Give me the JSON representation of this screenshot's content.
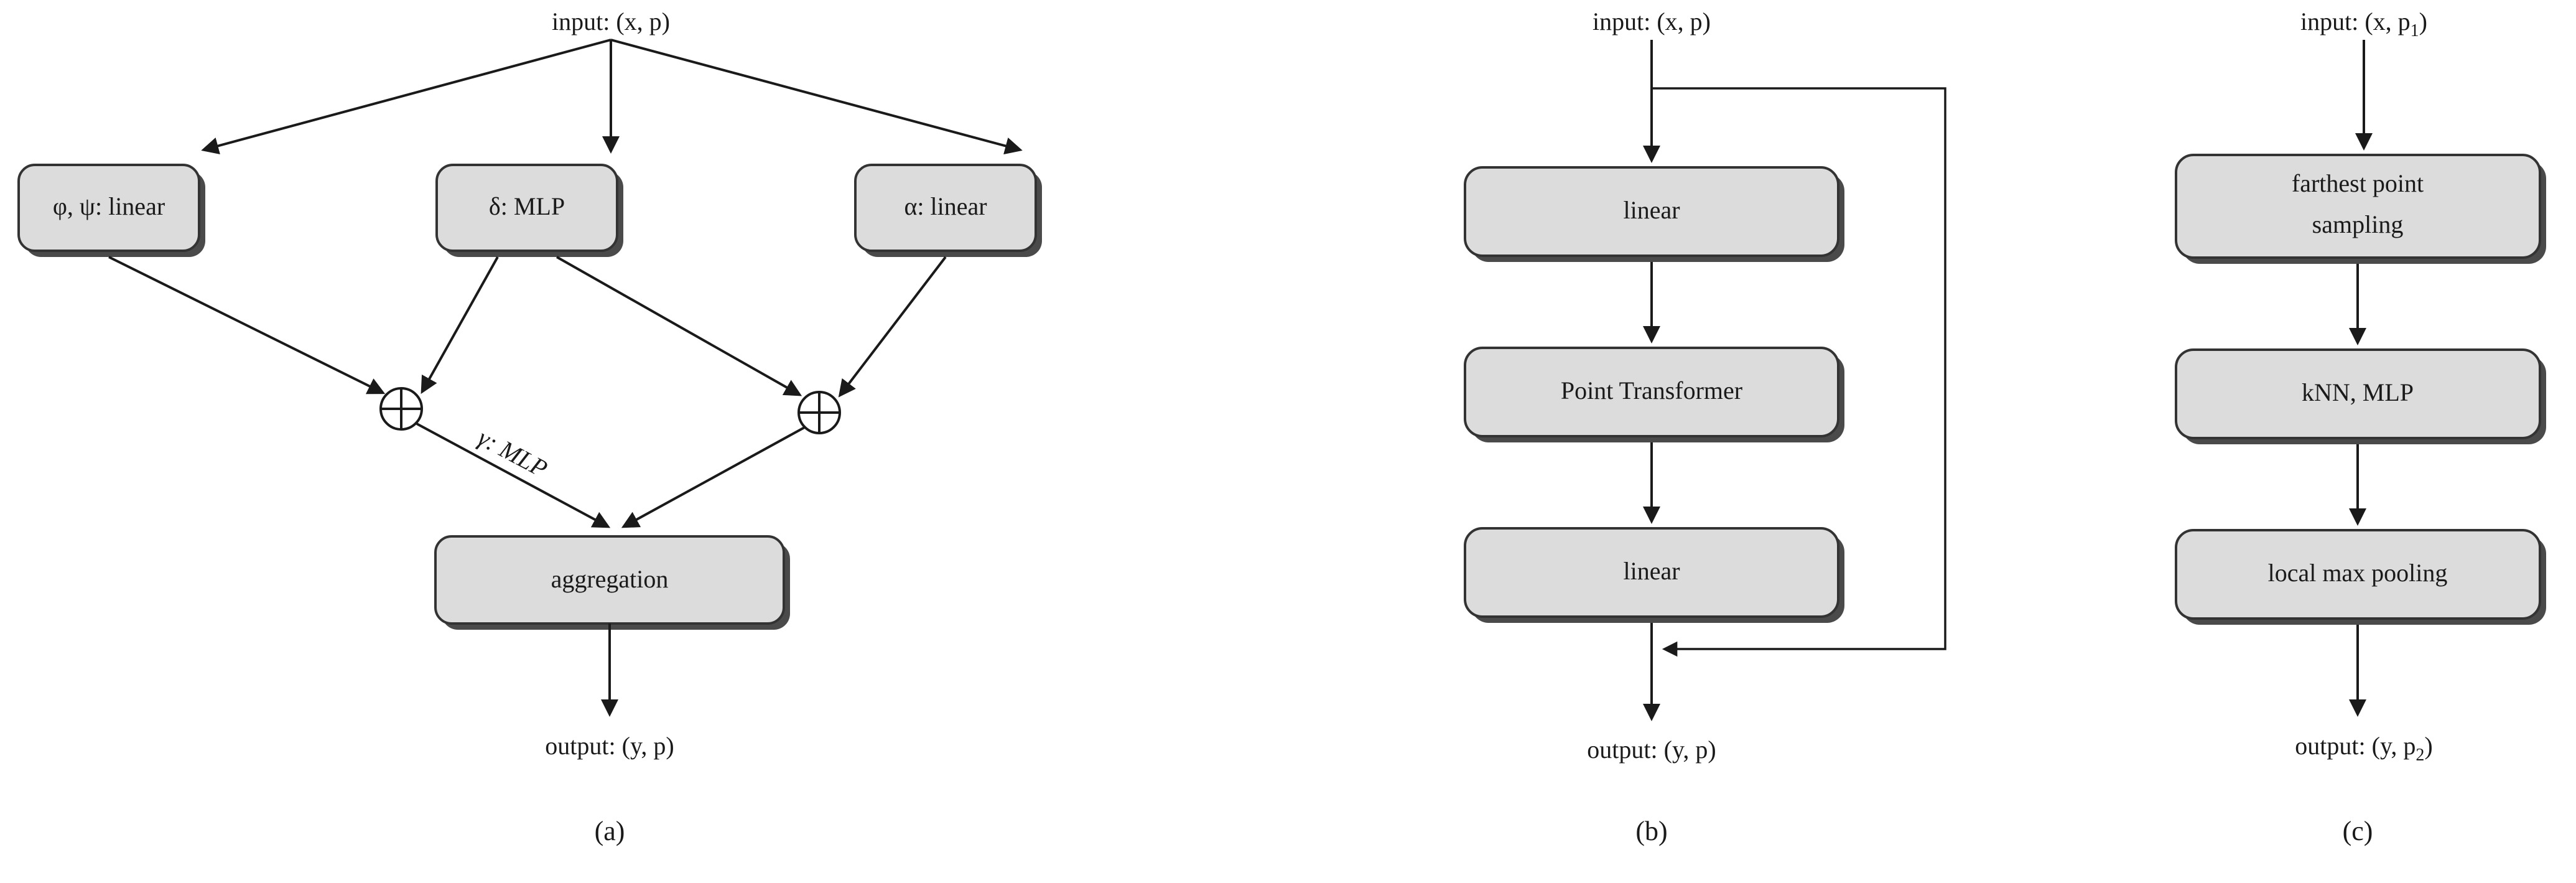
{
  "figure": {
    "panels": [
      {
        "id": "a",
        "caption": "(a)",
        "input_label": "input: (x, p)",
        "output_label": "output: (y, p)",
        "boxes": [
          {
            "name": "phi-psi-linear",
            "label": "φ, ψ: linear"
          },
          {
            "name": "delta-mlp",
            "label": "δ: MLP"
          },
          {
            "name": "alpha-linear",
            "label": "α: linear"
          },
          {
            "name": "aggregation",
            "label": "aggregation"
          }
        ],
        "operators": [
          {
            "name": "sum-operator-left",
            "glyph": "⊕"
          },
          {
            "name": "sum-operator-right",
            "glyph": "⊕"
          }
        ],
        "edge_labels": [
          {
            "name": "gamma-mlp-edge-label",
            "label": "γ: MLP"
          }
        ]
      },
      {
        "id": "b",
        "caption": "(b)",
        "input_label": "input: (x, p)",
        "output_label": "output: (y, p)",
        "boxes": [
          {
            "name": "linear-top",
            "label": "linear"
          },
          {
            "name": "point-transformer",
            "label": "Point Transformer"
          },
          {
            "name": "linear-bottom",
            "label": "linear"
          }
        ],
        "skip_connection": true
      },
      {
        "id": "c",
        "caption": "(c)",
        "input_label_main": "input: (x, p",
        "input_label_sub": "1",
        "input_label_tail": ")",
        "output_label_main": "output: (y, p",
        "output_label_sub": "2",
        "output_label_tail": ")",
        "boxes": [
          {
            "name": "farthest-point-sampling",
            "label_line1": "farthest point",
            "label_line2": "sampling"
          },
          {
            "name": "knn-mlp",
            "label": "kNN, MLP"
          },
          {
            "name": "local-max-pooling",
            "label": "local max pooling"
          }
        ]
      }
    ],
    "colors": {
      "box_fill": "#dcdcdc",
      "box_stroke": "#333333",
      "box_shadow": "#4a4a4a",
      "line": "#1a1a1a",
      "text": "#1a1a1a",
      "background": "#ffffff"
    }
  }
}
